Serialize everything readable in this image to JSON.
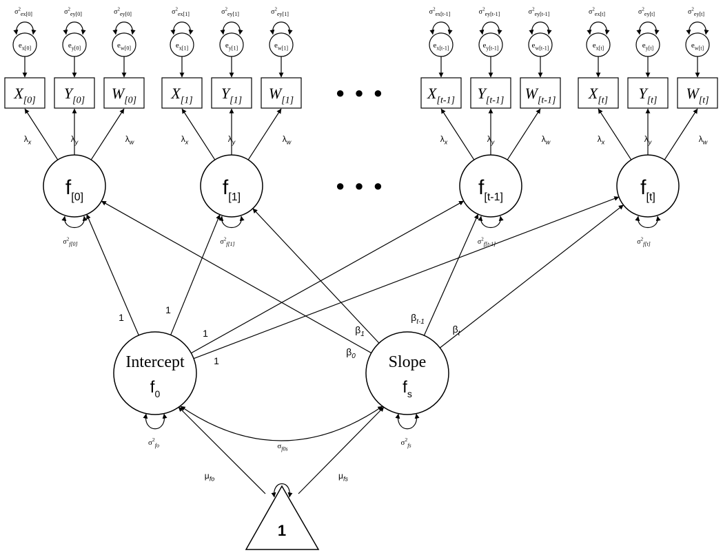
{
  "colors": {
    "stroke": "#000000",
    "background": "#ffffff"
  },
  "ellipsis": "● ● ●",
  "waves": [
    {
      "id": "0",
      "obs": [
        {
          "var": "X",
          "sub": "[0]"
        },
        {
          "var": "Y",
          "sub": "[0]"
        },
        {
          "var": "W",
          "sub": "[0]"
        }
      ],
      "errors": [
        {
          "sub": "x[0]"
        },
        {
          "sub": "y[0]"
        },
        {
          "sub": "w[0]"
        }
      ],
      "error_vars": [
        {
          "sub": "ex[0]"
        },
        {
          "sub": "ey[0]"
        },
        {
          "sub": "ey[0]"
        }
      ],
      "loadings": [
        {
          "sym": "λ",
          "sub": "x"
        },
        {
          "sym": "λ",
          "sub": "y"
        },
        {
          "sym": "λ",
          "sub": "w"
        }
      ],
      "factor": {
        "base": "f",
        "sub": "[0]"
      },
      "factor_var": {
        "sub": "f[0]"
      }
    },
    {
      "id": "1",
      "obs": [
        {
          "var": "X",
          "sub": "[1]"
        },
        {
          "var": "Y",
          "sub": "[1]"
        },
        {
          "var": "W",
          "sub": "[1]"
        }
      ],
      "errors": [
        {
          "sub": "x[1]"
        },
        {
          "sub": "y[1]"
        },
        {
          "sub": "w[1]"
        }
      ],
      "error_vars": [
        {
          "sub": "ex[1]"
        },
        {
          "sub": "ey[1]"
        },
        {
          "sub": "ey[1]"
        }
      ],
      "loadings": [
        {
          "sym": "λ",
          "sub": "x"
        },
        {
          "sym": "λ",
          "sub": "y"
        },
        {
          "sym": "λ",
          "sub": "w"
        }
      ],
      "factor": {
        "base": "f",
        "sub": "[1]"
      },
      "factor_var": {
        "sub": "f[1]"
      }
    },
    {
      "id": "t-1",
      "obs": [
        {
          "var": "X",
          "sub": "[t-1]"
        },
        {
          "var": "Y",
          "sub": "[t-1]"
        },
        {
          "var": "W",
          "sub": "[t-1]"
        }
      ],
      "errors": [
        {
          "sub": "x[t-1]"
        },
        {
          "sub": "y[t-1]"
        },
        {
          "sub": "w[t-1]"
        }
      ],
      "error_vars": [
        {
          "sub": "ex[t-1]"
        },
        {
          "sub": "ey[t-1]"
        },
        {
          "sub": "ey[t-1]"
        }
      ],
      "loadings": [
        {
          "sym": "λ",
          "sub": "x"
        },
        {
          "sym": "λ",
          "sub": "y"
        },
        {
          "sym": "λ",
          "sub": "w"
        }
      ],
      "factor": {
        "base": "f",
        "sub": "[t-1]"
      },
      "factor_var": {
        "sub": "f[t-1]"
      }
    },
    {
      "id": "t",
      "obs": [
        {
          "var": "X",
          "sub": "[t]"
        },
        {
          "var": "Y",
          "sub": "[t]"
        },
        {
          "var": "W",
          "sub": "[t]"
        }
      ],
      "errors": [
        {
          "sub": "x[t]"
        },
        {
          "sub": "y[t]"
        },
        {
          "sub": "w[t]"
        }
      ],
      "error_vars": [
        {
          "sub": "ex[t]"
        },
        {
          "sub": "ey[t]"
        },
        {
          "sub": "ey[t]"
        }
      ],
      "loadings": [
        {
          "sym": "λ",
          "sub": "x"
        },
        {
          "sym": "λ",
          "sub": "y"
        },
        {
          "sym": "λ",
          "sub": "w"
        }
      ],
      "factor": {
        "base": "f",
        "sub": "[t]"
      },
      "factor_var": {
        "sub": "f[t]"
      }
    }
  ],
  "intercept": {
    "title": "Intercept",
    "base": "f",
    "sub": "0",
    "var_sub": "fo",
    "mean_sym": "μ",
    "mean_sub": "fo"
  },
  "slope": {
    "title": "Slope",
    "base": "f",
    "sub": "s",
    "var_sub": "fs",
    "mean_sym": "μ",
    "mean_sub": "fs"
  },
  "constant": {
    "label": "1"
  },
  "covariance": {
    "sym": "σ",
    "sub": "f0s"
  },
  "variance_symbol": "σ",
  "variance_power": "2",
  "error_prefix": "e",
  "intercept_loadings": [
    "1",
    "1",
    "1",
    "1"
  ],
  "slope_loadings": [
    {
      "sym": "β",
      "sub": "0"
    },
    {
      "sym": "β",
      "sub": "1"
    },
    {
      "sym": "β",
      "sub": "t-1"
    },
    {
      "sym": "β",
      "sub": "t"
    }
  ]
}
